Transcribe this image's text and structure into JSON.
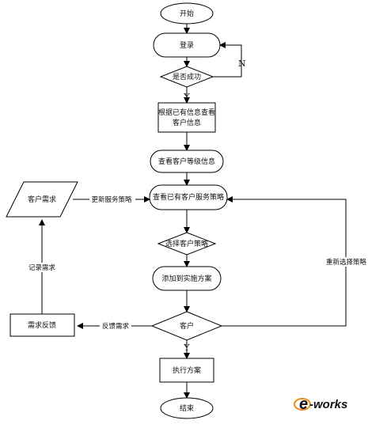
{
  "nodes": {
    "start": "开始",
    "login": "登录",
    "login_success": "是否成功",
    "view_customer_info_l1": "根据已有信息查看",
    "view_customer_info_l2": "客户信息",
    "view_level": "查看客户等级信息",
    "view_strategy": "查看已有客户服务策略",
    "choose_strategy": "选择客户策略",
    "add_plan": "添加到实施方案",
    "customer": "客户",
    "execute_plan": "执行方案",
    "end": "结束",
    "customer_need": "客户需求",
    "need_feedback": "需求反馈"
  },
  "edges": {
    "no": "N",
    "yes_1": "Y",
    "yes_2": "Y",
    "update_strategy": "更新服务策略",
    "record_need": "记录需求",
    "feedback_need": "反馈需求",
    "reselect_strategy": "重新选择策略"
  },
  "watermark": {
    "e": "e",
    "rest": "-works"
  },
  "colors": {
    "stroke": "#000000",
    "watermark_orange": "#f08a1c",
    "watermark_gray": "#9a9a9a"
  }
}
